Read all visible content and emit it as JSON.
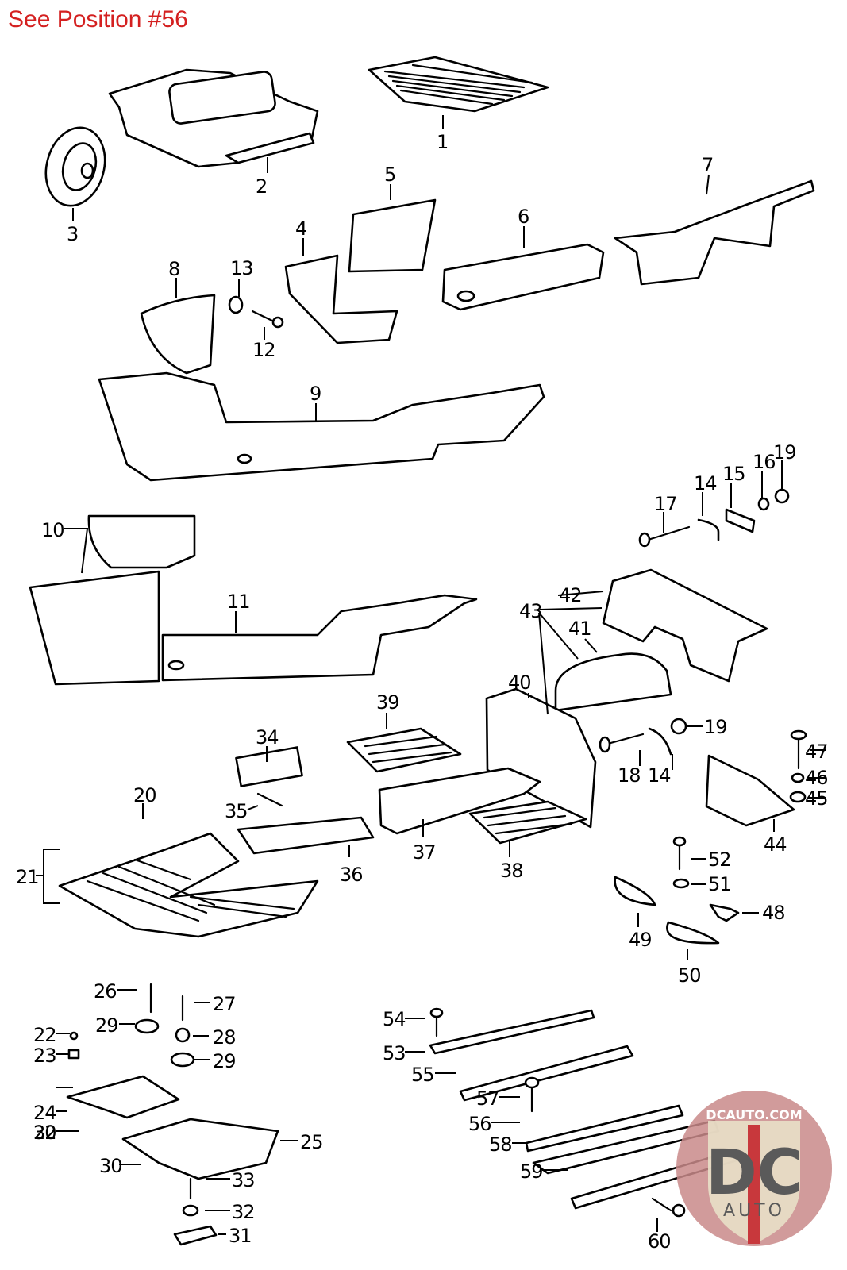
{
  "header": {
    "note": "See Position #56",
    "note_color": "#d42020"
  },
  "diagram": {
    "title": "Floor covering / insulation exploded parts diagram",
    "callouts": [
      {
        "id": "1",
        "label": "1"
      },
      {
        "id": "2",
        "label": "2"
      },
      {
        "id": "3",
        "label": "3"
      },
      {
        "id": "4",
        "label": "4"
      },
      {
        "id": "5",
        "label": "5"
      },
      {
        "id": "6",
        "label": "6"
      },
      {
        "id": "7",
        "label": "7"
      },
      {
        "id": "8",
        "label": "8"
      },
      {
        "id": "9",
        "label": "9"
      },
      {
        "id": "10",
        "label": "10"
      },
      {
        "id": "11",
        "label": "11"
      },
      {
        "id": "12",
        "label": "12"
      },
      {
        "id": "13",
        "label": "13"
      },
      {
        "id": "14a",
        "label": "14"
      },
      {
        "id": "14b",
        "label": "14"
      },
      {
        "id": "15",
        "label": "15"
      },
      {
        "id": "16",
        "label": "16"
      },
      {
        "id": "17",
        "label": "17"
      },
      {
        "id": "18",
        "label": "18"
      },
      {
        "id": "19a",
        "label": "19"
      },
      {
        "id": "19b",
        "label": "19"
      },
      {
        "id": "20",
        "label": "20"
      },
      {
        "id": "21",
        "label": "21"
      },
      {
        "id": "22a",
        "label": "22"
      },
      {
        "id": "22b",
        "label": "22"
      },
      {
        "id": "23",
        "label": "23"
      },
      {
        "id": "24",
        "label": "24"
      },
      {
        "id": "25",
        "label": "25"
      },
      {
        "id": "26",
        "label": "26"
      },
      {
        "id": "27",
        "label": "27"
      },
      {
        "id": "28",
        "label": "28"
      },
      {
        "id": "29a",
        "label": "29"
      },
      {
        "id": "29b",
        "label": "29"
      },
      {
        "id": "30a",
        "label": "30"
      },
      {
        "id": "30b",
        "label": "30"
      },
      {
        "id": "31",
        "label": "31"
      },
      {
        "id": "32",
        "label": "32"
      },
      {
        "id": "33",
        "label": "33"
      },
      {
        "id": "34",
        "label": "34"
      },
      {
        "id": "35",
        "label": "35"
      },
      {
        "id": "36",
        "label": "36"
      },
      {
        "id": "37",
        "label": "37"
      },
      {
        "id": "38",
        "label": "38"
      },
      {
        "id": "39",
        "label": "39"
      },
      {
        "id": "40",
        "label": "40"
      },
      {
        "id": "41",
        "label": "41"
      },
      {
        "id": "42",
        "label": "42"
      },
      {
        "id": "43",
        "label": "43"
      },
      {
        "id": "44",
        "label": "44"
      },
      {
        "id": "45",
        "label": "45"
      },
      {
        "id": "46",
        "label": "46"
      },
      {
        "id": "47",
        "label": "47"
      },
      {
        "id": "48",
        "label": "48"
      },
      {
        "id": "49",
        "label": "49"
      },
      {
        "id": "50",
        "label": "50"
      },
      {
        "id": "51",
        "label": "51"
      },
      {
        "id": "52",
        "label": "52"
      },
      {
        "id": "53",
        "label": "53"
      },
      {
        "id": "54",
        "label": "54"
      },
      {
        "id": "55",
        "label": "55"
      },
      {
        "id": "56",
        "label": "56"
      },
      {
        "id": "57",
        "label": "57"
      },
      {
        "id": "58",
        "label": "58"
      },
      {
        "id": "59",
        "label": "59"
      },
      {
        "id": "60",
        "label": "60"
      }
    ]
  },
  "watermark": {
    "top_text": "DCAUTO.COM",
    "letters": "DC",
    "bottom_text": "AUTO",
    "colors": {
      "circle": "#c98a8a",
      "shield": "#e8e0c8",
      "letters": "#5a5a5a",
      "stripe": "#c8383c"
    }
  }
}
